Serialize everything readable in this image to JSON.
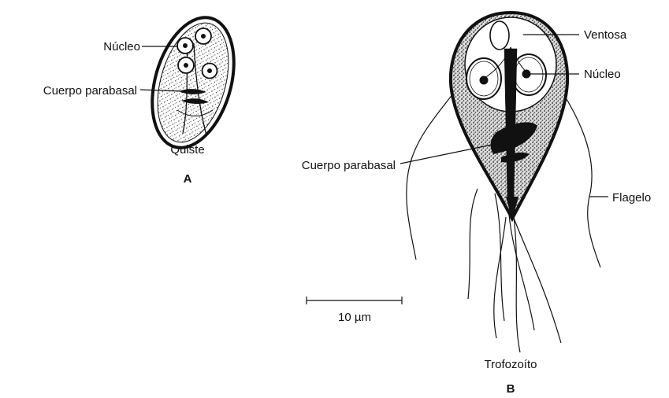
{
  "figure_a": {
    "label_nucleo": "Núcleo",
    "label_cuerpo_parabasal": "Cuerpo parabasal",
    "caption": "Quiste",
    "panel_letter": "A"
  },
  "figure_b": {
    "label_ventosa": "Ventosa",
    "label_nucleo": "Núcleo",
    "label_cuerpo_parabasal": "Cuerpo parabasal",
    "label_flagelo": "Flagelo",
    "caption": "Trofozoíto",
    "panel_letter": "B"
  },
  "scale_bar": {
    "label": "10 µm"
  }
}
